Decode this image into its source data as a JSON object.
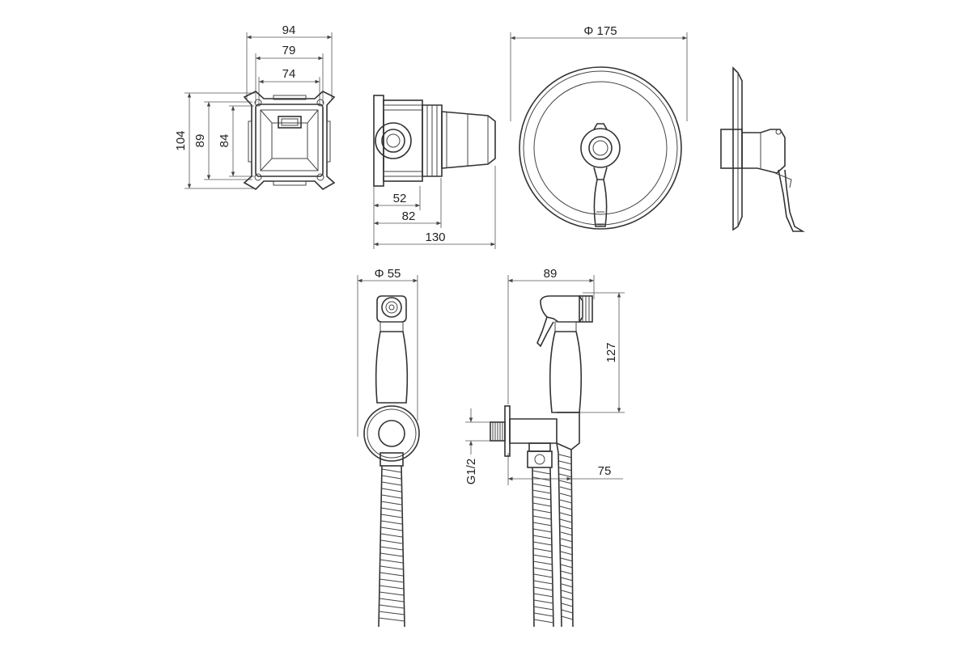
{
  "dimensions": {
    "box_width_94": "94",
    "box_width_79": "79",
    "box_width_74": "74",
    "box_height_104": "104",
    "box_height_89": "89",
    "box_height_84": "84",
    "depth_52": "52",
    "depth_82": "82",
    "depth_130": "130",
    "plate_diameter": "Φ 175",
    "holder_diameter": "Φ 55",
    "sprayer_width": "89",
    "sprayer_height": "127",
    "thread_size": "G1/2",
    "outlet_depth": "75"
  }
}
